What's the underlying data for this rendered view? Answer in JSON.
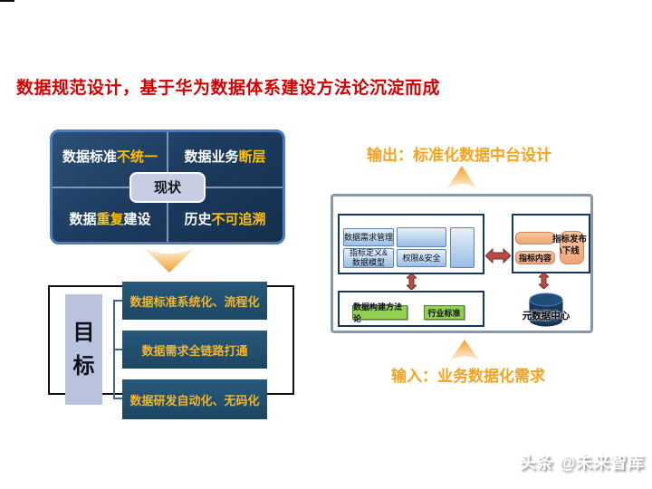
{
  "title": "数据规范设计，基于华为数据体系建设方法论沉淀而成",
  "current_state": {
    "label": "现状",
    "quadrants": [
      {
        "pre": "数据标准",
        "hl": "不统一",
        "post": ""
      },
      {
        "pre": "数据业务",
        "hl": "断层",
        "post": ""
      },
      {
        "pre": "数据",
        "hl": "重复",
        "post": "建设"
      },
      {
        "pre": "历史",
        "hl": "不可追溯",
        "post": ""
      }
    ]
  },
  "goal": {
    "label": "目标",
    "items": [
      "数据标准系统化、流程化",
      "数据需求全链路打通",
      "数据研发自动化、无码化"
    ]
  },
  "flow": {
    "output_label": "输出：标准化数据中台设计",
    "input_label": "输入：业务数据化需求"
  },
  "platform": {
    "demand_mgmt": "数据需求管理",
    "indicator_def_line1": "指标定义&",
    "indicator_def_line2": "数据模型",
    "permission": "权限&安全",
    "indicator_content": "指标内容",
    "indicator_publish_line1": "指标发布",
    "indicator_publish_line2": "\\下线",
    "methodology": "数据构建方法论",
    "industry_standard": "行业标准",
    "metadata_center": "元数据中心"
  },
  "watermark": "头条 @未来智库",
  "colors": {
    "title_red": "#d40000",
    "accent_gold": "#ffc000",
    "navy_panel": "#1d3c60",
    "teal_goal_box": "#215068",
    "orange_flow_label": "#f5a31d",
    "salmon_chip": "#f0a476",
    "blue_chip": "#bcd4ee",
    "green_chip": "#92d050",
    "red_arrow": "#b94b45",
    "cylinder_navy": "#16375a"
  }
}
